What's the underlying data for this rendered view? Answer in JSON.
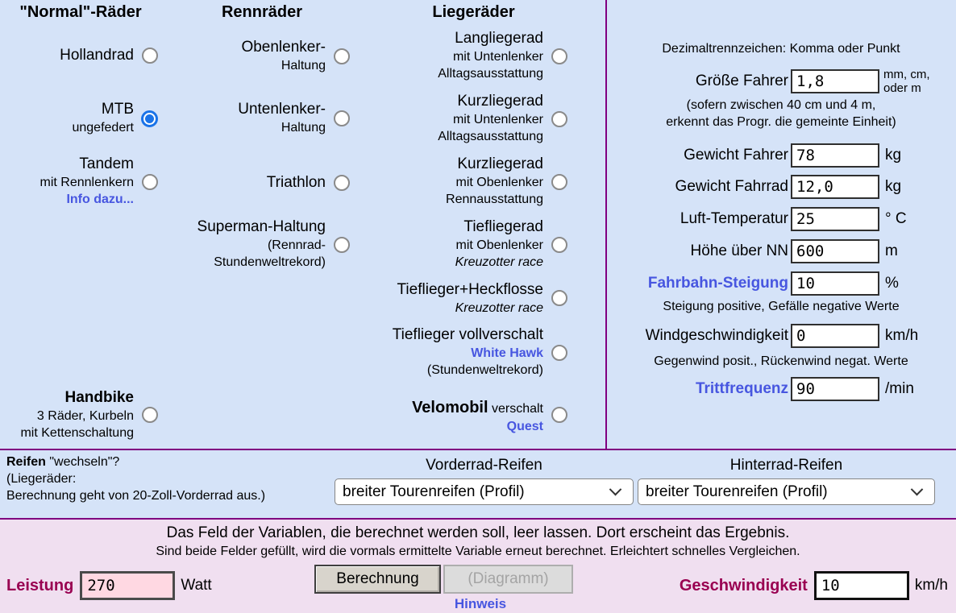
{
  "columns": {
    "normal": {
      "header": "\"Normal\"-Räder",
      "opt1_main": "Hollandrad",
      "opt2_main": "MTB",
      "opt2_sub": "ungefedert",
      "opt3_main": "Tandem",
      "opt3_sub": "mit Rennlenkern",
      "opt3_link": "Info dazu...",
      "opt4_main": "Handbike",
      "opt4_sub": "3 Räder, Kurbeln",
      "opt4_sub2": "mit Kettenschaltung"
    },
    "renn": {
      "header": "Rennräder",
      "opt1_main": "Obenlenker-",
      "opt1_sub": "Haltung",
      "opt2_main": "Untenlenker-",
      "opt2_sub": "Haltung",
      "opt3_main": "Triathlon",
      "opt4_main": "Superman-Haltung",
      "opt4_sub": "(Rennrad-",
      "opt4_sub2": "Stundenweltrekord)"
    },
    "liege": {
      "header": "Liegeräder",
      "opt1_main": "Langliegerad",
      "opt1_sub": "mit Untenlenker",
      "opt1_sub2": "Alltagsausstattung",
      "opt2_main": "Kurzliegerad",
      "opt2_sub": "mit Untenlenker",
      "opt2_sub2": "Alltagsausstattung",
      "opt3_main": "Kurzliegerad",
      "opt3_sub": "mit Obenlenker",
      "opt3_sub2": "Rennausstattung",
      "opt4_main": "Tiefliegerad",
      "opt4_sub": "mit Obenlenker",
      "opt4_italic": "Kreuzotter race",
      "opt5_main": "Tieflieger+Heckflosse",
      "opt5_italic": "Kreuzotter race",
      "opt6_main": "Tieflieger vollverschalt",
      "opt6_link": "White Hawk",
      "opt6_sub": "(Stundenweltrekord)",
      "opt7_main": "Velomobil",
      "opt7_suffix": " verschalt",
      "opt7_link": "Quest"
    }
  },
  "params": {
    "decimal_note": "Dezimaltrennzeichen: Komma oder Punkt",
    "groesse_label": "Größe Fahrer",
    "groesse_value": "1,8",
    "groesse_unit1": "mm, cm,",
    "groesse_unit2": "oder m",
    "size_note1": "(sofern zwischen 40 cm und 4 m,",
    "size_note2": "erkennt das Progr. die gemeinte Einheit)",
    "gewicht_fahrer_label": "Gewicht Fahrer",
    "gewicht_fahrer_value": "78",
    "gewicht_fahrer_unit": "kg",
    "gewicht_fahrrad_label": "Gewicht Fahrrad",
    "gewicht_fahrrad_value": "12,0",
    "gewicht_fahrrad_unit": "kg",
    "luft_label": "Luft-Temperatur",
    "luft_value": "25",
    "luft_unit": "° C",
    "hoehe_label": "Höhe über NN",
    "hoehe_value": "600",
    "hoehe_unit": "m",
    "steigung_label": "Fahrbahn-Steigung",
    "steigung_value": "10",
    "steigung_unit": "%",
    "slope_note": "Steigung positive, Gefälle negative Werte",
    "wind_label": "Windgeschwindigkeit",
    "wind_value": "0",
    "wind_unit": "km/h",
    "wind_note": "Gegenwind posit., Rückenwind negat. Werte",
    "tritt_label": "Trittfrequenz",
    "tritt_value": "90",
    "tritt_unit": "/min"
  },
  "tires": {
    "q_bold": "Reifen",
    "q_rest": " \"wechseln\"?",
    "q_line2": "(Liegeräder:",
    "q_line3": "Berechnung geht von 20-Zoll-Vorderrad aus.)",
    "front_header": "Vorderrad-Reifen",
    "front_value": "breiter Tourenreifen (Profil)",
    "rear_header": "Hinterrad-Reifen",
    "rear_value": "breiter Tourenreifen (Profil)"
  },
  "bottom": {
    "note1": "Das Feld der Variablen, die berechnet werden soll, leer lassen. Dort erscheint das Ergebnis.",
    "note2": "Sind beide Felder gefüllt, wird die vormals ermittelte Variable erneut berechnet. Erleichtert schnelles Vergleichen.",
    "leistung_label": "Leistung",
    "leistung_value": "270",
    "leistung_unit": "Watt",
    "berechnung_button": "Berechnung",
    "diagramm_button": "(Diagramm)",
    "hinweis_link": "Hinweis",
    "geschwindigkeit_label": "Geschwindigkeit",
    "geschwindigkeit_value": "10",
    "geschwindigkeit_unit": "km/h"
  },
  "colors": {
    "page_bg": "#d5e3f8",
    "bottom_bg": "#f0dff0",
    "divider": "#800080",
    "link_blue": "#4756e0",
    "maroon": "#990051",
    "radio_selected": "#1a73e8",
    "leistung_input_bg": "#ffd8e2"
  }
}
